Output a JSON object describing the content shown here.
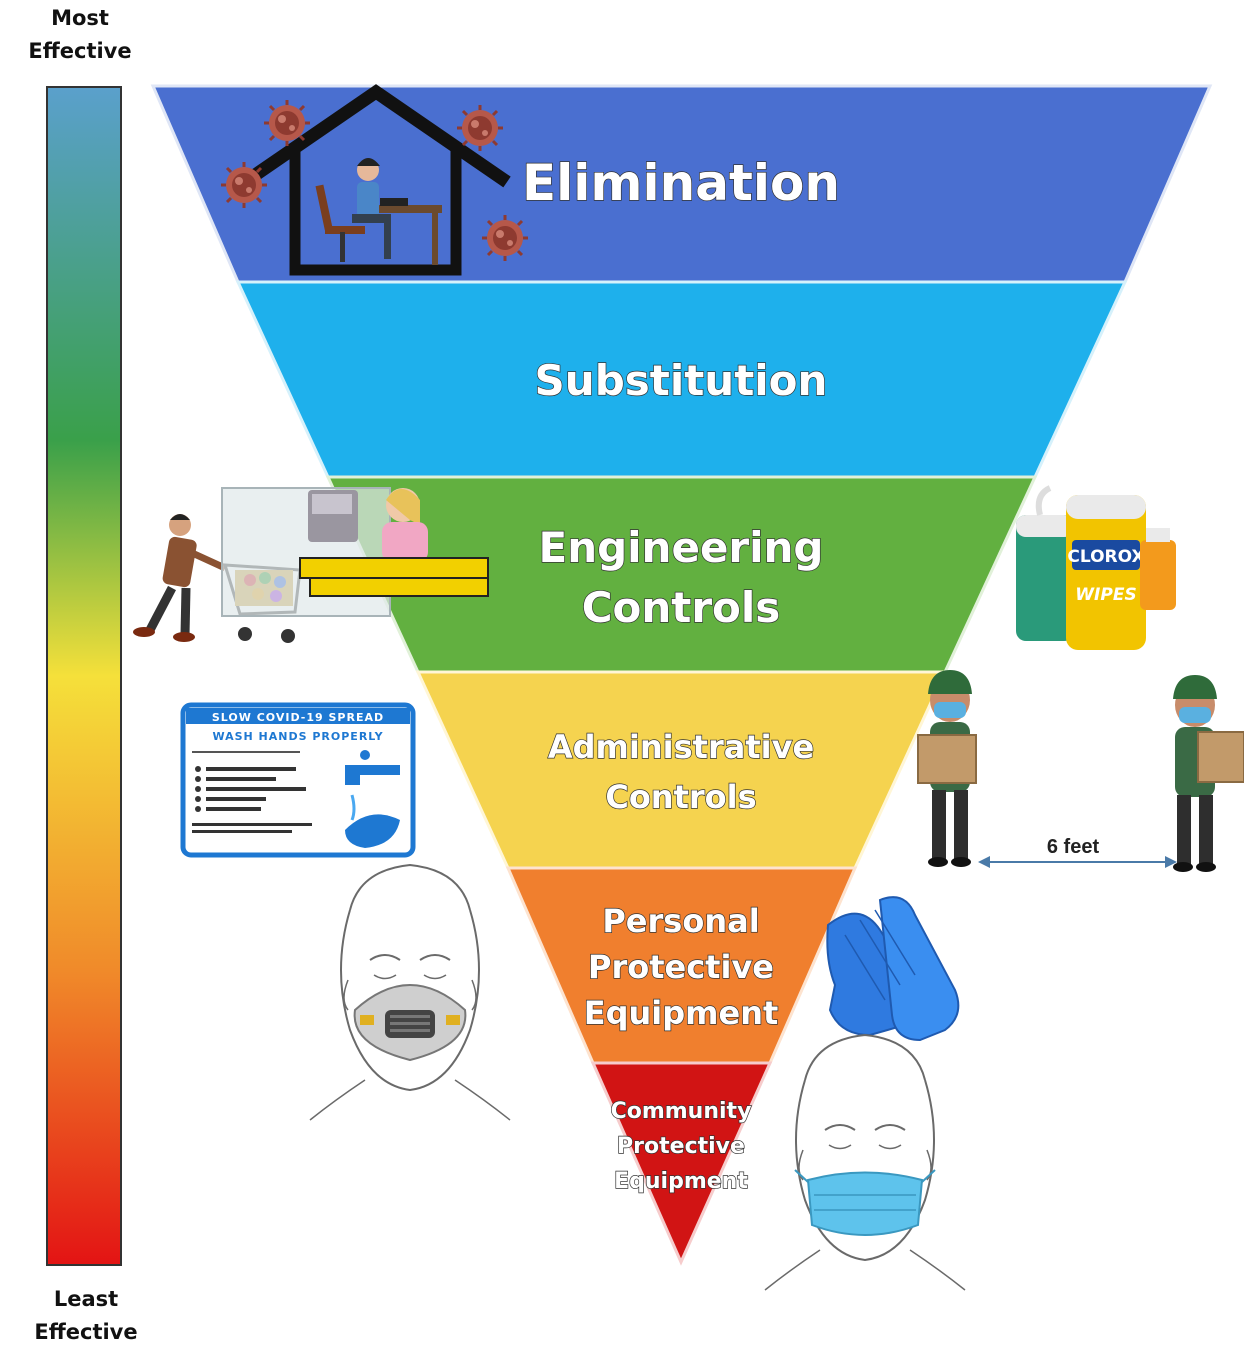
{
  "scale": {
    "top": [
      "Most",
      "Effective"
    ],
    "bottom": [
      "Least",
      "Effective"
    ]
  },
  "levels": [
    {
      "id": "elimination",
      "lines": [
        "Elimination"
      ],
      "color": "#4a6fd0"
    },
    {
      "id": "substitution",
      "lines": [
        "Substitution"
      ],
      "color": "#1eb0ec"
    },
    {
      "id": "engineering",
      "lines": [
        "Engineering",
        "Controls"
      ],
      "color": "#62b040"
    },
    {
      "id": "administrative",
      "lines": [
        "Administrative",
        "Controls"
      ],
      "color": "#f5d34f"
    },
    {
      "id": "ppe",
      "lines": [
        "Personal",
        "Protective",
        "Equipment"
      ],
      "color": "#f07f2e"
    },
    {
      "id": "community",
      "lines": [
        "Community",
        "Protective",
        "Equipment"
      ],
      "color": "#d11414"
    }
  ],
  "distancing": {
    "label": "6 feet"
  },
  "sign": {
    "header": "SLOW COVID-19 SPREAD",
    "title": "WASH HANDS PROPERLY"
  },
  "wipes": {
    "brand": "CLOROX",
    "product": "WIPES"
  }
}
